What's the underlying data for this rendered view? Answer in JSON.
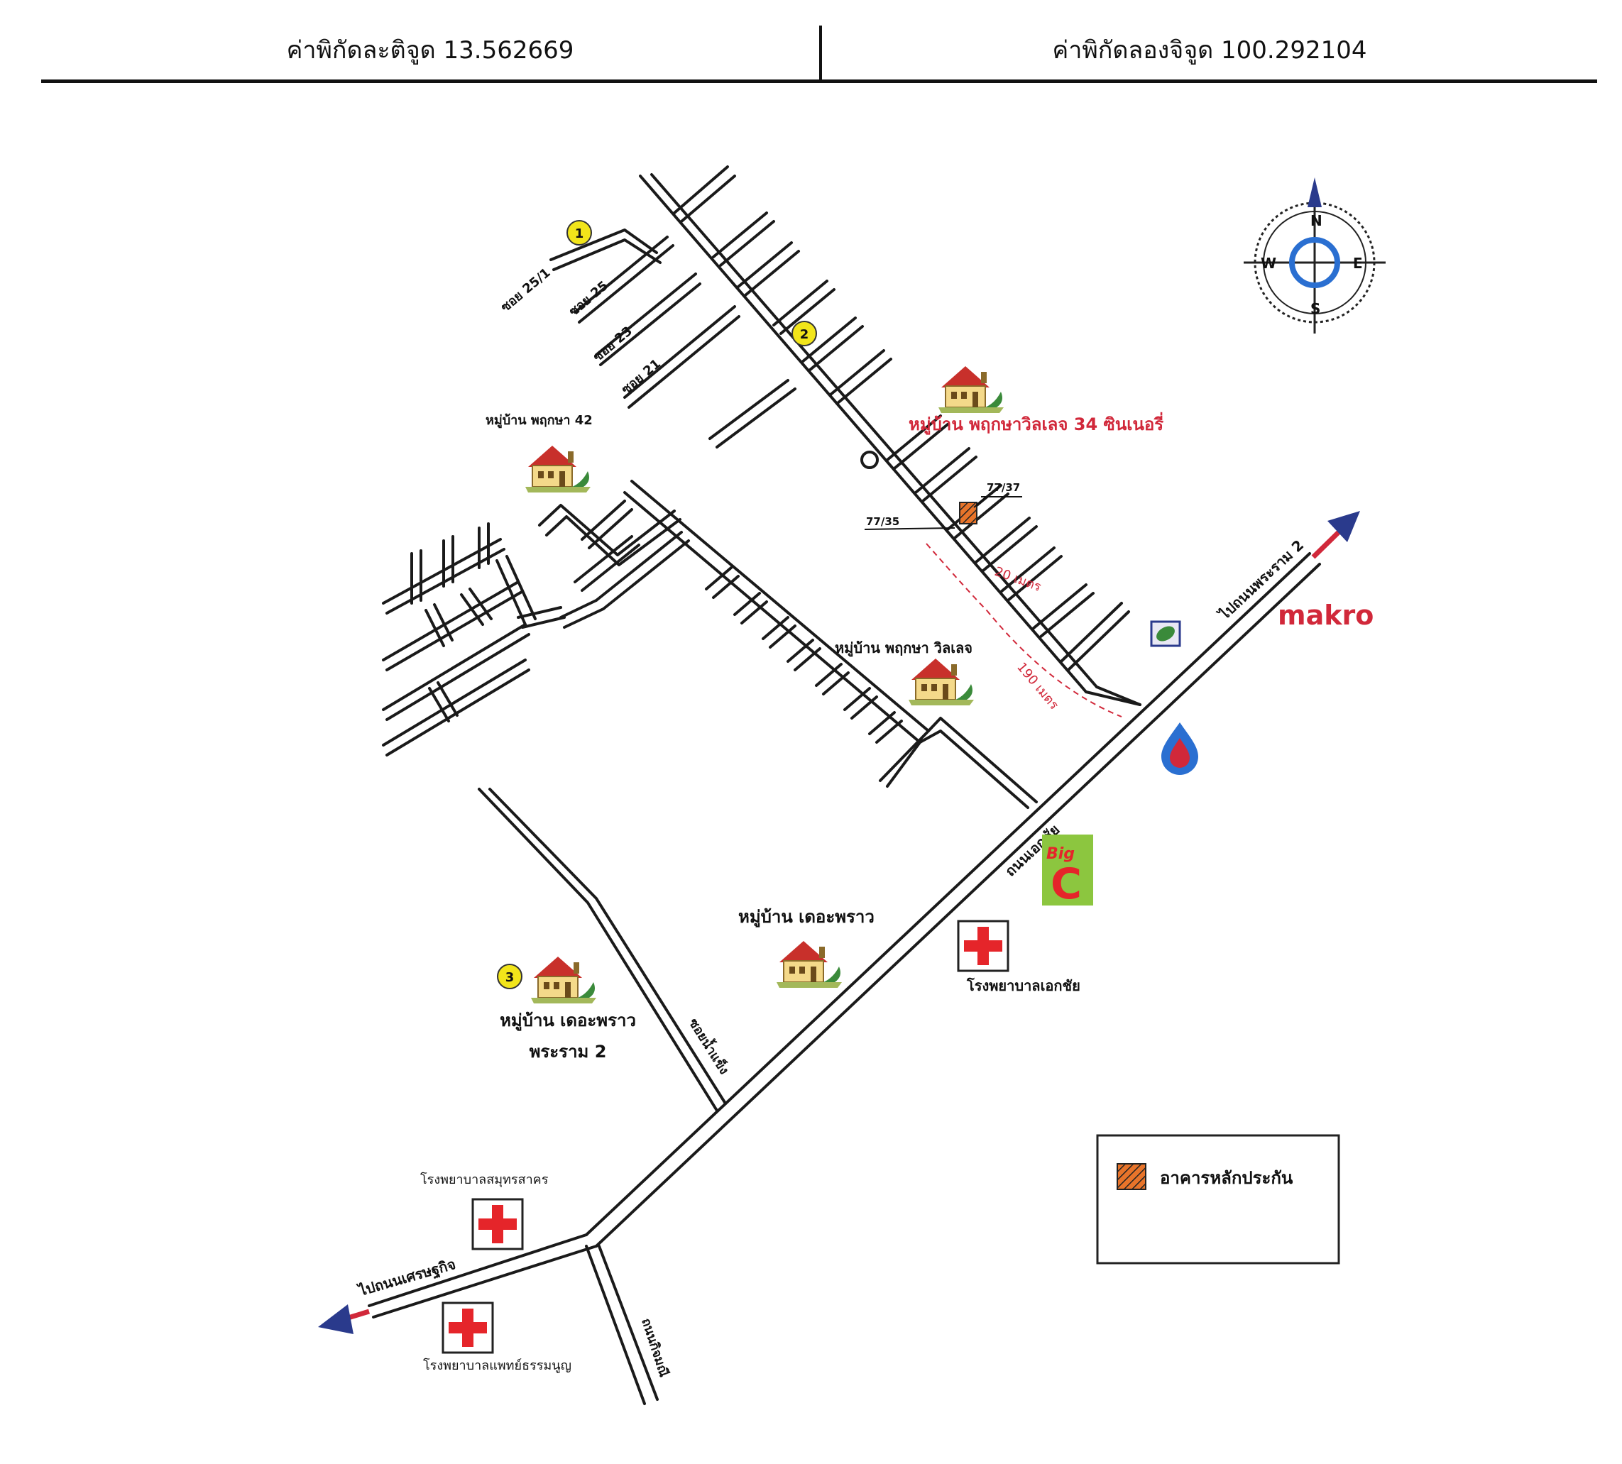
{
  "header": {
    "latitude_text": "ค่าพิกัดละติจูด 13.562669",
    "longitude_text": "ค่าพิกัดลองจิจูด 100.292104"
  },
  "compass": {
    "n": "N",
    "e": "E",
    "s": "S",
    "w": "W"
  },
  "sois": {
    "soi25_1": "ซอย 25/1",
    "soi25": "ซอย 25",
    "soi23": "ซอย 23",
    "soi21": "ซอย 21"
  },
  "markers": {
    "m1": "1",
    "m2": "2",
    "m3": "3"
  },
  "villages": {
    "v42": "หมู่บ้าน พฤกษา 42",
    "v34": "หมู่บ้าน พฤกษาวิลเลจ 34 ซินเนอรี่",
    "village": "หมู่บ้าน พฤกษา วิลเลจ",
    "theplace": "หมู่บ้าน เดอะพราว",
    "theplace_r2_line1": "หมู่บ้าน เดอะพราว",
    "theplace_r2_line2": "พระราม 2"
  },
  "plots": {
    "p7737": "77/37",
    "p7735": "77/35"
  },
  "distances": {
    "d20": "20 เมตร",
    "d190": "190 เมตร"
  },
  "roads": {
    "to_rama2": "ไปถนนพระราม 2",
    "ekachai": "ถนนเอกชัย",
    "rongnamkhaeng": "ซอยน้ำแข็ง",
    "to_setthakit": "ไปถนนเศรษฐกิจ",
    "klong": "ถนนกิจมณี"
  },
  "pois": {
    "makro": "makro",
    "bigc_big": "Big",
    "bigc_c": "C",
    "hosp_ekachai": "โรงพยาบาลเอกชัย",
    "hosp_samut": "โรงพยาบาลสมุทรสาคร",
    "hosp_thammanun": "โรงพยาบาลแพทย์ธรรมนูญ"
  },
  "legend": {
    "collateral": "อาคารหลักประกัน"
  },
  "colors": {
    "road": "#1a1a1a",
    "accent_red": "#d1283a",
    "arrow_navy": "#2a3a8c",
    "collateral_orange": "#e8742a",
    "marker_yellow": "#f2e51a",
    "bigc_green": "#8cc63f"
  }
}
